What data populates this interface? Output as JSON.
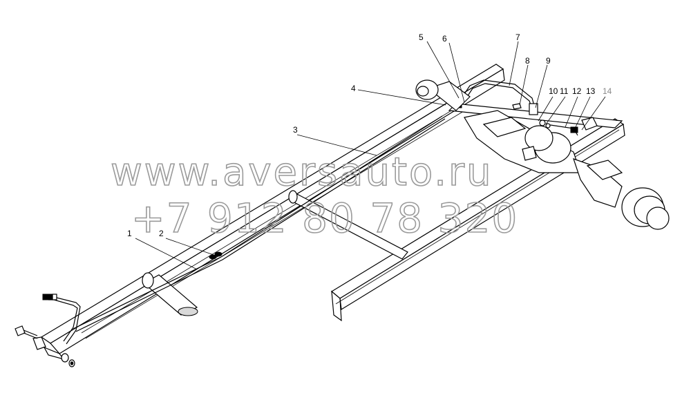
{
  "watermark": {
    "line1": "www.aversauto.ru",
    "line2": "+7 912 80 78 320",
    "color": "#9a9a9a"
  },
  "callouts": [
    {
      "id": "1",
      "label": "1"
    },
    {
      "id": "2",
      "label": "2"
    },
    {
      "id": "3",
      "label": "3"
    },
    {
      "id": "4",
      "label": "4"
    },
    {
      "id": "5",
      "label": "5"
    },
    {
      "id": "6",
      "label": "6"
    },
    {
      "id": "7",
      "label": "7"
    },
    {
      "id": "8",
      "label": "8"
    },
    {
      "id": "9",
      "label": "9"
    },
    {
      "id": "10",
      "label": "10"
    },
    {
      "id": "11",
      "label": "11"
    },
    {
      "id": "12",
      "label": "12"
    },
    {
      "id": "13",
      "label": "13"
    },
    {
      "id": "14",
      "label": "14"
    }
  ]
}
